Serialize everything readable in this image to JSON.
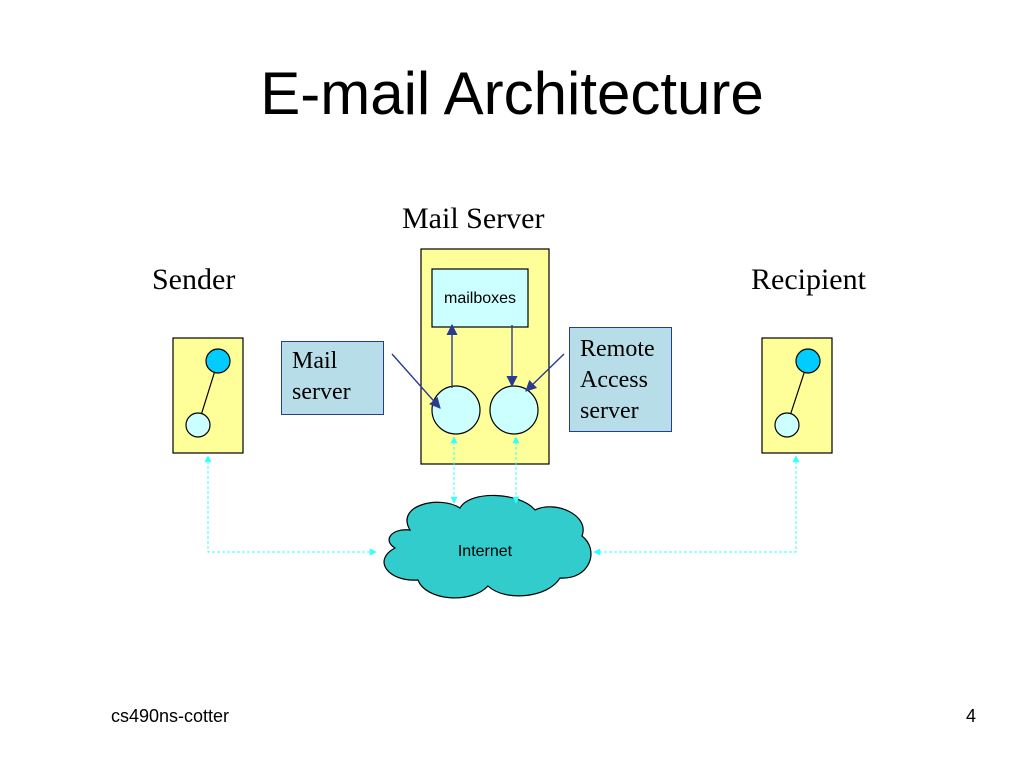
{
  "slide": {
    "title": "E-mail Architecture",
    "footer_left": "cs490ns-cotter",
    "page_number": "4"
  },
  "diagram": {
    "mail_server_label": "Mail Server",
    "sender_label": "Sender",
    "recipient_label": "Recipient",
    "mailboxes_label": "mailboxes",
    "mail_server_callout": [
      "Mail",
      "server"
    ],
    "remote_access_callout": [
      "Remote",
      "Access",
      "server"
    ],
    "internet_label": "Internet"
  },
  "colors": {
    "node_fill": "#ffff99",
    "light_circle": "#ccffff",
    "accent_circle": "#00ccff",
    "callout_fill": "#b7dde8",
    "cloud_fill": "#33cccc",
    "link_color": "#33ffff",
    "arrow_color": "#2b3b8f"
  }
}
